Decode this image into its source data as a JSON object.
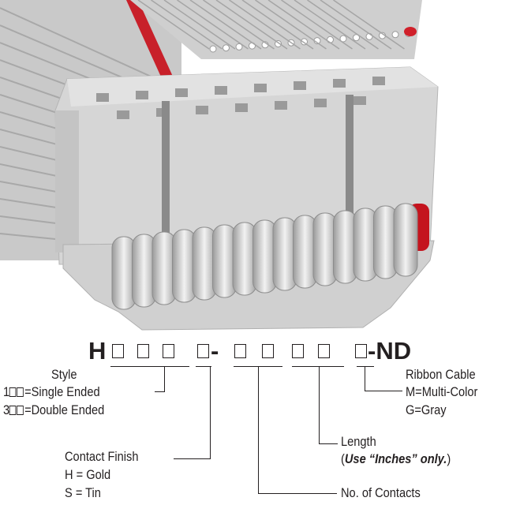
{
  "part_number": {
    "prefix": "H",
    "dash": "-",
    "suffix": "-ND",
    "group1_boxes": 4,
    "group2_boxes": 5
  },
  "style": {
    "title": "Style",
    "opt1_prefix": "1",
    "opt1_label": "=Single Ended",
    "opt2_prefix": "3",
    "opt2_label": "=Double Ended"
  },
  "contact_finish": {
    "title": "Contact Finish",
    "opt1": "H = Gold",
    "opt2": "S = Tin"
  },
  "contacts": {
    "title": "No. of Contacts"
  },
  "length": {
    "title": "Length",
    "note_open": "(",
    "note_bold": "Use “Inches” only.",
    "note_close": ")"
  },
  "ribbon": {
    "title": "Ribbon Cable",
    "opt1": "M=Multi-Color",
    "opt2": "G=Gray"
  },
  "colors": {
    "cable_stripe": "#d0202a",
    "body": "#d8d8d8",
    "text": "#231f20"
  }
}
